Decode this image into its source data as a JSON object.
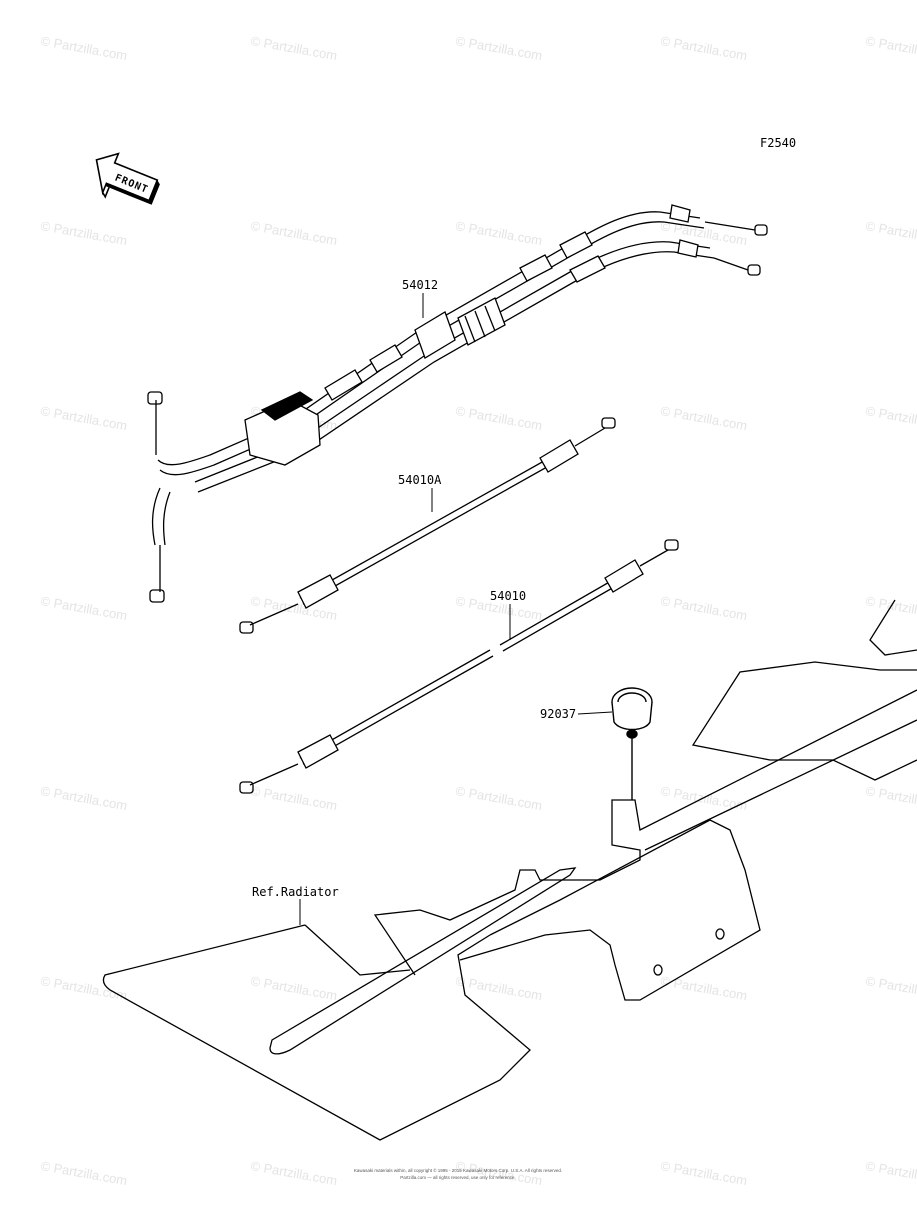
{
  "diagram": {
    "figure_code": "F2540",
    "front_arrow_text": "FRONT",
    "watermark_text": "© Partzilla.com",
    "copyright_line1": "Kawasaki materials within, all copyright © 1995 - 2015 Kawasaki Motors Corp. U.S.A. All rights reserved.",
    "copyright_line2": "Partzilla.com — all rights reserved, use only for reference."
  },
  "callouts": [
    {
      "part": "54012"
    },
    {
      "part": "54010A"
    },
    {
      "part": "54010"
    },
    {
      "part": "92037"
    },
    {
      "part": "Ref.Radiator"
    }
  ]
}
